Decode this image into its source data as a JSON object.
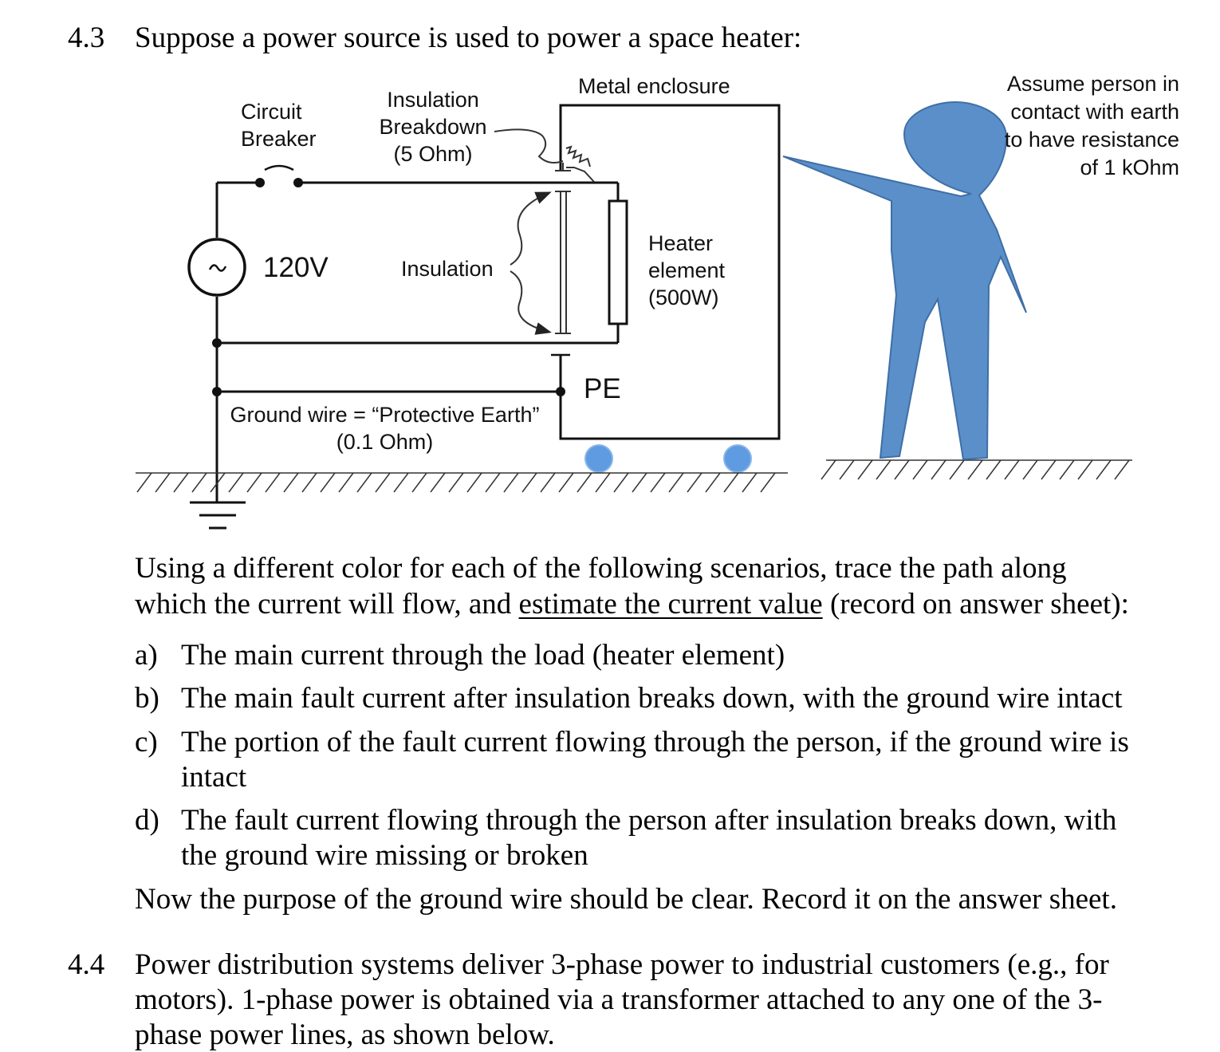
{
  "q43": {
    "number": "4.3",
    "title": "Suppose a power source is used to power a space heater:"
  },
  "diagram": {
    "circuit_breaker": [
      "Circuit",
      "Breaker"
    ],
    "insulation_breakdown": [
      "Insulation",
      "Breakdown",
      "(5 Ohm)"
    ],
    "metal_enclosure": "Metal enclosure",
    "person_note": [
      "Assume person in",
      "contact with earth",
      "to have resistance",
      "of 1 kOhm"
    ],
    "source_voltage": "120V",
    "insulation": "Insulation",
    "heater": [
      "Heater",
      "element",
      "(500W)"
    ],
    "pe": "PE",
    "ground_wire": [
      "Ground wire = “Protective Earth”",
      "(0.1 Ohm)"
    ]
  },
  "instructions": {
    "line1": "Using a different color for each of the following scenarios, trace the path along",
    "line2_pre": "which the current will flow, and ",
    "line2_u": "estimate the current value",
    "line2_post": " (record on answer sheet):"
  },
  "items": [
    {
      "label": "a)",
      "lines": [
        "The main current through the load (heater element)"
      ]
    },
    {
      "label": "b)",
      "lines": [
        "The main fault current after insulation breaks down, with the ground wire intact"
      ]
    },
    {
      "label": "c)",
      "lines": [
        "The portion of the fault current flowing through the person, if the ground wire is",
        "intact"
      ]
    },
    {
      "label": "d)",
      "lines": [
        "The fault current flowing through the person after insulation breaks down, with",
        "the ground wire missing or broken"
      ]
    }
  ],
  "conclusion": "Now the purpose of the ground wire should be clear.  Record it on the answer sheet.",
  "q44": {
    "number": "4.4",
    "lines": [
      "Power distribution systems deliver 3-phase power to industrial customers (e.g., for",
      "motors).  1-phase power is obtained via a transformer attached to any one of the 3-",
      "phase power lines, as shown below."
    ]
  },
  "colors": {
    "person_fill": "#5b8fc9",
    "person_stroke": "#3f6fa5",
    "wheel_fill": "#5f9be0"
  }
}
